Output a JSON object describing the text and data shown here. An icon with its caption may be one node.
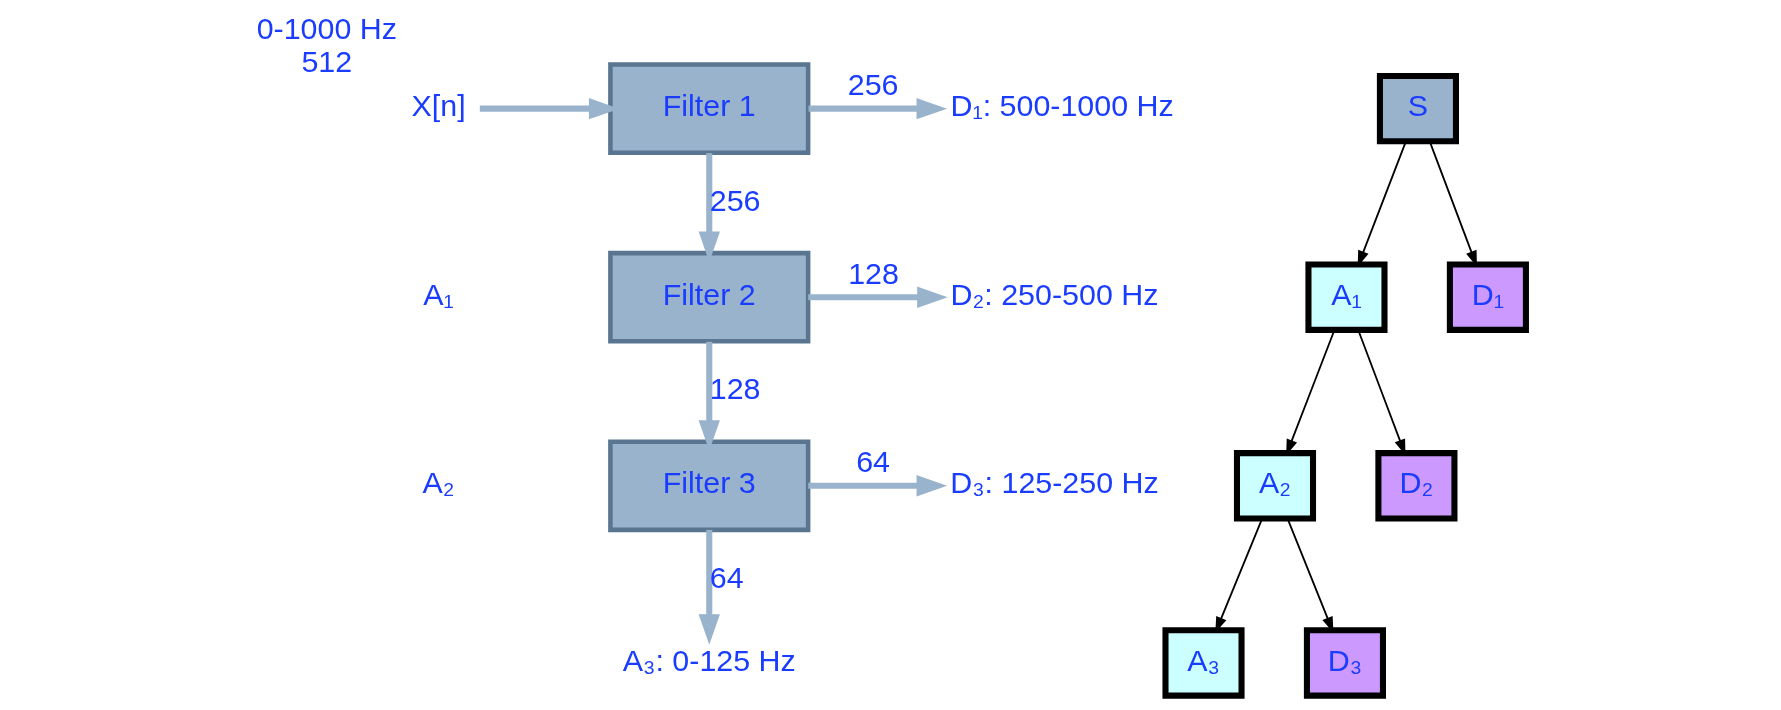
{
  "diagram": {
    "nodes": [
      {
        "text": [
          "X[n]"
        ],
        "beside": [
          "0-1000 Hz",
          "512"
        ]
      },
      {
        "text": [
          "Filter 1"
        ]
      },
      {
        "text": [
          "D₁: 500-1000 Hz"
        ]
      },
      {
        "text": [
          "Filter 2"
        ]
      },
      {
        "text": [
          "D₂: 250-500 Hz"
        ]
      },
      {
        "text": [
          "S"
        ]
      },
      {
        "text": [
          "Filter 3"
        ]
      },
      {
        "text": [
          "D₃: 125-250 Hz"
        ]
      },
      {
        "text": [
          "A₁"
        ]
      },
      {
        "text": [
          "D₁"
        ]
      },
      {
        "text": [
          "A₂"
        ]
      },
      {
        "text": [
          "D₂"
        ]
      },
      {
        "text": [
          "A₃"
        ]
      },
      {
        "text": [
          "D₃"
        ]
      },
      {
        "text": [
          "A₃: 0-125 Hz"
        ]
      }
    ],
    "edges": [
      {
        "from": 0,
        "to": 1,
        "arrow": "to"
      },
      {
        "from": 1,
        "to": 2,
        "arrow": "to",
        "label": "256"
      },
      {
        "from": 1,
        "to": 3,
        "arrow": "to",
        "label": "256"
      },
      {
        "from": 3,
        "to": 4,
        "arrow": "to",
        "label": "128"
      },
      {
        "from": 3,
        "to": 6,
        "arrow": "to",
        "label": "128"
      },
      {
        "from": 6,
        "to": 7,
        "arrow": "to",
        "label": "64"
      },
      {
        "from": 6,
        "to": 14,
        "arrow": "to",
        "label": "64"
      },
      {
        "from": 5,
        "to": 8,
        "arrow": "to",
        "color": "#000000"
      },
      {
        "from": 5,
        "to": 9,
        "arrow": "to",
        "color": "#000000"
      },
      {
        "from": 8,
        "to": 10,
        "arrow": "to",
        "color": "#000000"
      },
      {
        "from": 8,
        "to": 11,
        "arrow": "to",
        "color": "#000000"
      },
      {
        "from": 10,
        "to": 12,
        "arrow": "to",
        "color": "#000000"
      },
      {
        "from": 10,
        "to": 13,
        "arrow": "to",
        "color": "#000000"
      }
    ],
    "labels": [
      "A₁",
      "A₂"
    ]
  }
}
